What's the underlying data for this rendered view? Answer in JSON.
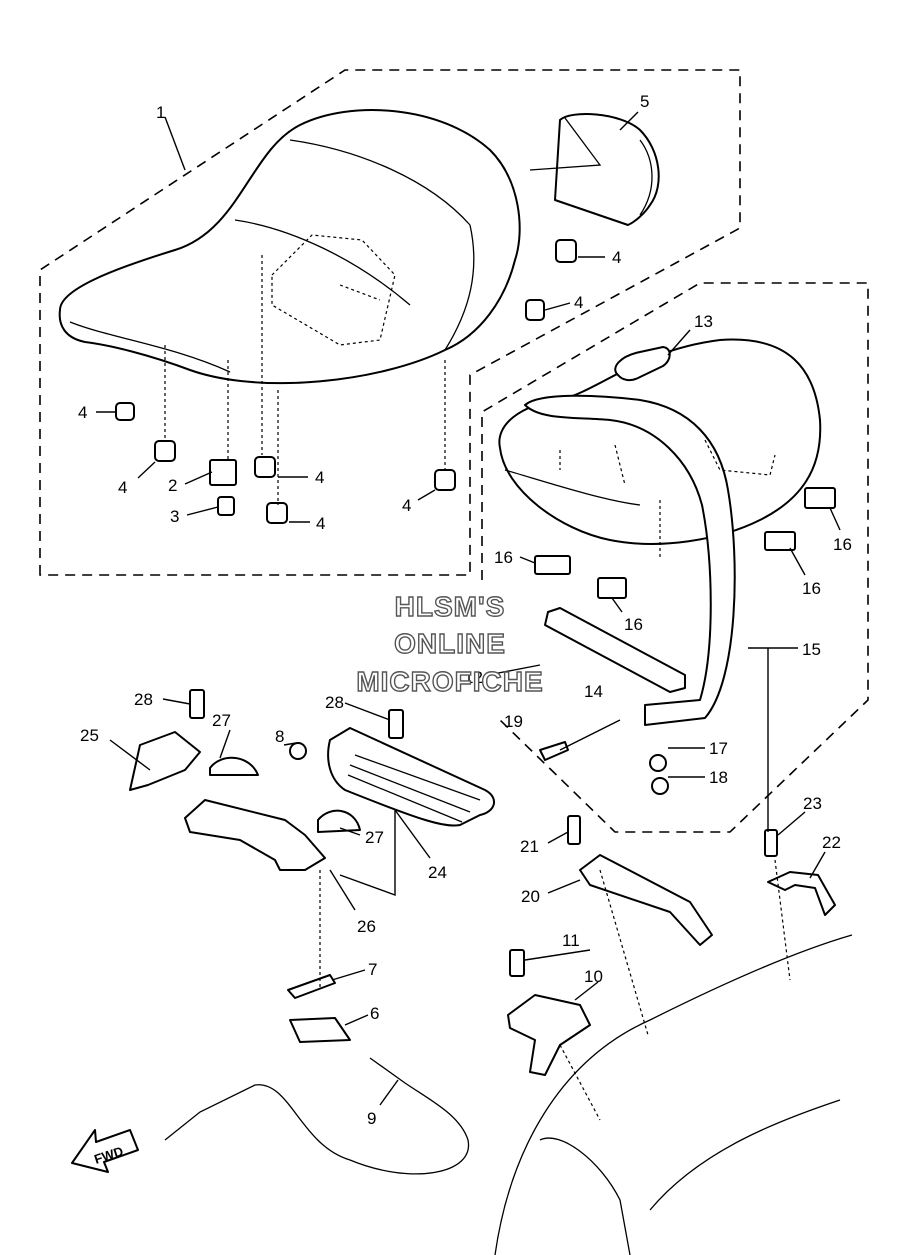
{
  "watermark": {
    "line1": "HLSM'S",
    "line2": "ONLINE",
    "line3": "MICROFICHE"
  },
  "fwd_label": "FWD",
  "part_labels": {
    "p1": "1",
    "p2": "2",
    "p3": "3",
    "p4a": "4",
    "p4b": "4",
    "p4c": "4",
    "p4d": "4",
    "p4e": "4",
    "p4f": "4",
    "p4g": "4",
    "p5": "5",
    "p6": "6",
    "p7": "7",
    "p8": "8",
    "p9": "9",
    "p10": "10",
    "p11": "11",
    "p12": "12",
    "p13": "13",
    "p14": "14",
    "p15": "15",
    "p16a": "16",
    "p16b": "16",
    "p16c": "16",
    "p16d": "16",
    "p17": "17",
    "p18": "18",
    "p19": "19",
    "p20": "20",
    "p21": "21",
    "p22": "22",
    "p23": "23",
    "p24": "24",
    "p25": "25",
    "p26": "26",
    "p27a": "27",
    "p27b": "27",
    "p28a": "28",
    "p28b": "28"
  }
}
